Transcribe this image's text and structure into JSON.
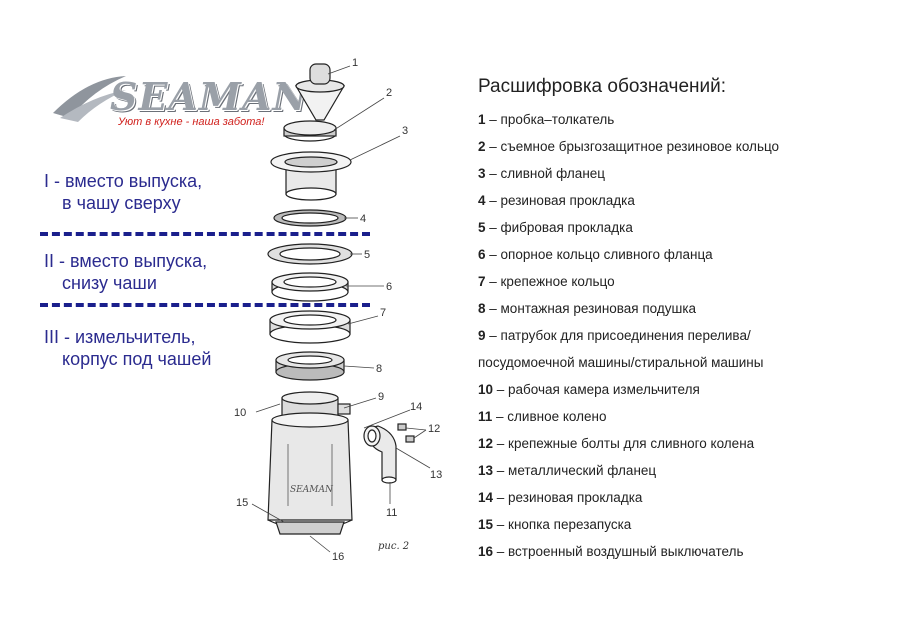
{
  "logo": {
    "brand": "SEAMAN",
    "tagline": "Уют в кухне - наша забота!",
    "colors": {
      "metal": "#9aa0a8",
      "accent": "#d0201c"
    }
  },
  "zones": [
    {
      "line1": "I - вместо выпуска,",
      "line2": "в чашу сверху"
    },
    {
      "line1": "II - вместо выпуска,",
      "line2": "снизу чаши"
    },
    {
      "line1": "III - измельчитель,",
      "line2": "корпус под чашей"
    }
  ],
  "zone_color": "#2b2b8f",
  "figure_caption": "рис. 2",
  "diagram_labels": [
    "1",
    "2",
    "3",
    "4",
    "5",
    "6",
    "7",
    "8",
    "9",
    "10",
    "11",
    "12",
    "13",
    "14",
    "15",
    "16"
  ],
  "legend": {
    "title": "Расшифровка обозначений:",
    "items": [
      {
        "num": "1",
        "text": "– пробка–толкатель"
      },
      {
        "num": "2",
        "text": "– съемное брызгозащитное резиновое кольцо"
      },
      {
        "num": "3",
        "text": "– сливной фланец"
      },
      {
        "num": "4",
        "text": "– резиновая прокладка"
      },
      {
        "num": "5",
        "text": "– фибровая прокладка"
      },
      {
        "num": "6",
        "text": "– опорное кольцо сливного фланца"
      },
      {
        "num": "7",
        "text": "– крепежное кольцо"
      },
      {
        "num": "8",
        "text": "– монтажная резиновая подушка"
      },
      {
        "num": "9",
        "text": "– патрубок для присоединения перелива/"
      },
      {
        "num": "",
        "text": "посудомоечной машины/стиральной машины"
      },
      {
        "num": "10",
        "text": "– рабочая камера измельчителя"
      },
      {
        "num": "11",
        "text": "– сливное колено"
      },
      {
        "num": "12",
        "text": "– крепежные болты для сливного колена"
      },
      {
        "num": "13",
        "text": "– металлический фланец"
      },
      {
        "num": "14",
        "text": "– резиновая прокладка"
      },
      {
        "num": "15",
        "text": "– кнопка перезапуска"
      },
      {
        "num": "16",
        "text": "– встроенный воздушный выключатель"
      }
    ]
  }
}
